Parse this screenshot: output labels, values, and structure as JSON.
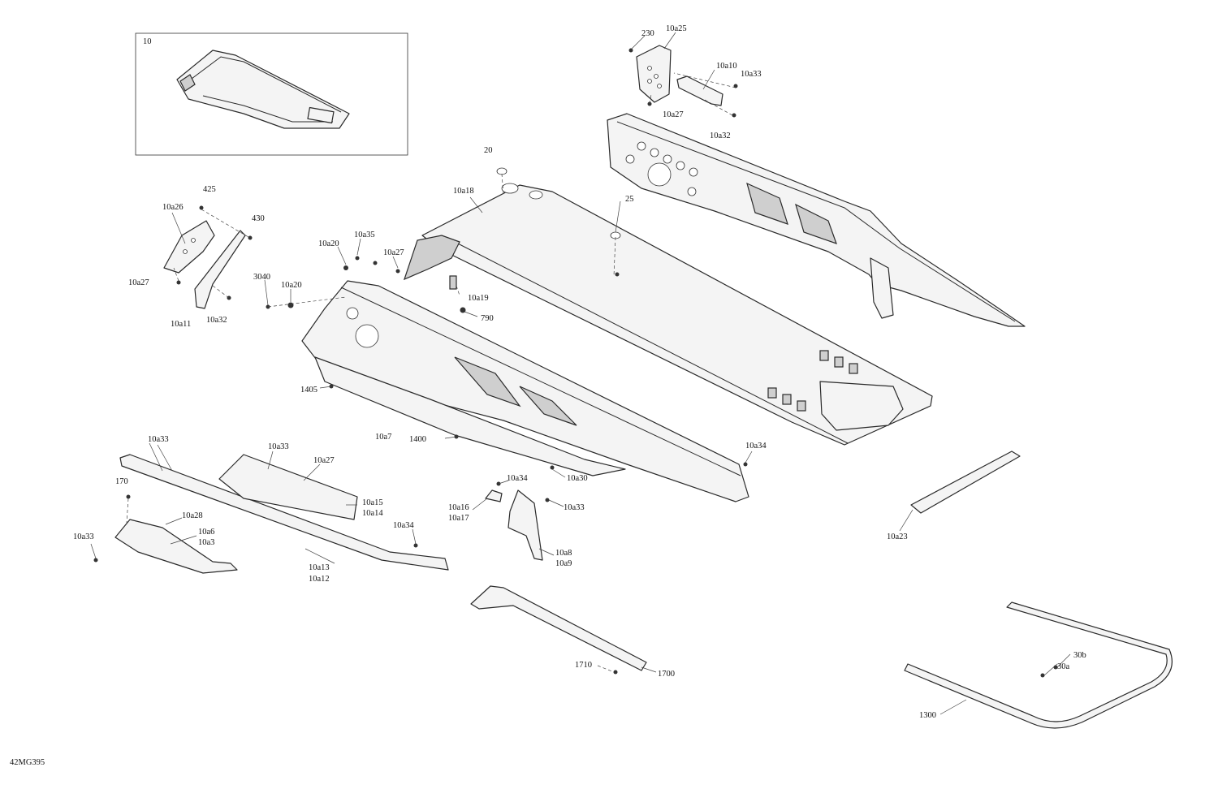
{
  "drawing_code": "42MG395",
  "labels": {
    "l_10": "10",
    "l_230": "230",
    "l_10a25": "10a25",
    "l_10a10": "10a10",
    "l_10a33_top": "10a33",
    "l_10a27_top": "10a27",
    "l_10a32_top": "10a32",
    "l_20": "20",
    "l_10a18": "10a18",
    "l_25": "25",
    "l_425": "425",
    "l_10a26": "10a26",
    "l_430": "430",
    "l_10a27_left": "10a27",
    "l_10a11": "10a11",
    "l_10a32_left": "10a32",
    "l_10a20_top": "10a20",
    "l_10a35": "10a35",
    "l_10a27_mid": "10a27",
    "l_3040": "3040",
    "l_10a20_mid": "10a20",
    "l_10a19": "10a19",
    "l_790": "790",
    "l_1405": "1405",
    "l_10a7": "10a7",
    "l_1400": "1400",
    "l_10a30": "10a30",
    "l_10a34_right": "10a34",
    "l_10a33_bl": "10a33",
    "l_10a33_b2": "10a33",
    "l_10a27_b": "10a27",
    "l_170": "170",
    "l_10a15": "10a15",
    "l_10a14": "10a14",
    "l_10a28": "10a28",
    "l_10a6": "10a6",
    "l_10a3": "10a3",
    "l_10a33_far": "10a33",
    "l_10a34_b": "10a34",
    "l_10a13": "10a13",
    "l_10a12": "10a12",
    "l_10a34_c": "10a34",
    "l_10a16": "10a16",
    "l_10a17": "10a17",
    "l_10a33_c": "10a33",
    "l_10a8": "10a8",
    "l_10a9": "10a9",
    "l_10a23": "10a23",
    "l_1710": "1710",
    "l_1700": "1700",
    "l_30b": "30b",
    "l_30a": "30a",
    "l_1300": "1300"
  }
}
